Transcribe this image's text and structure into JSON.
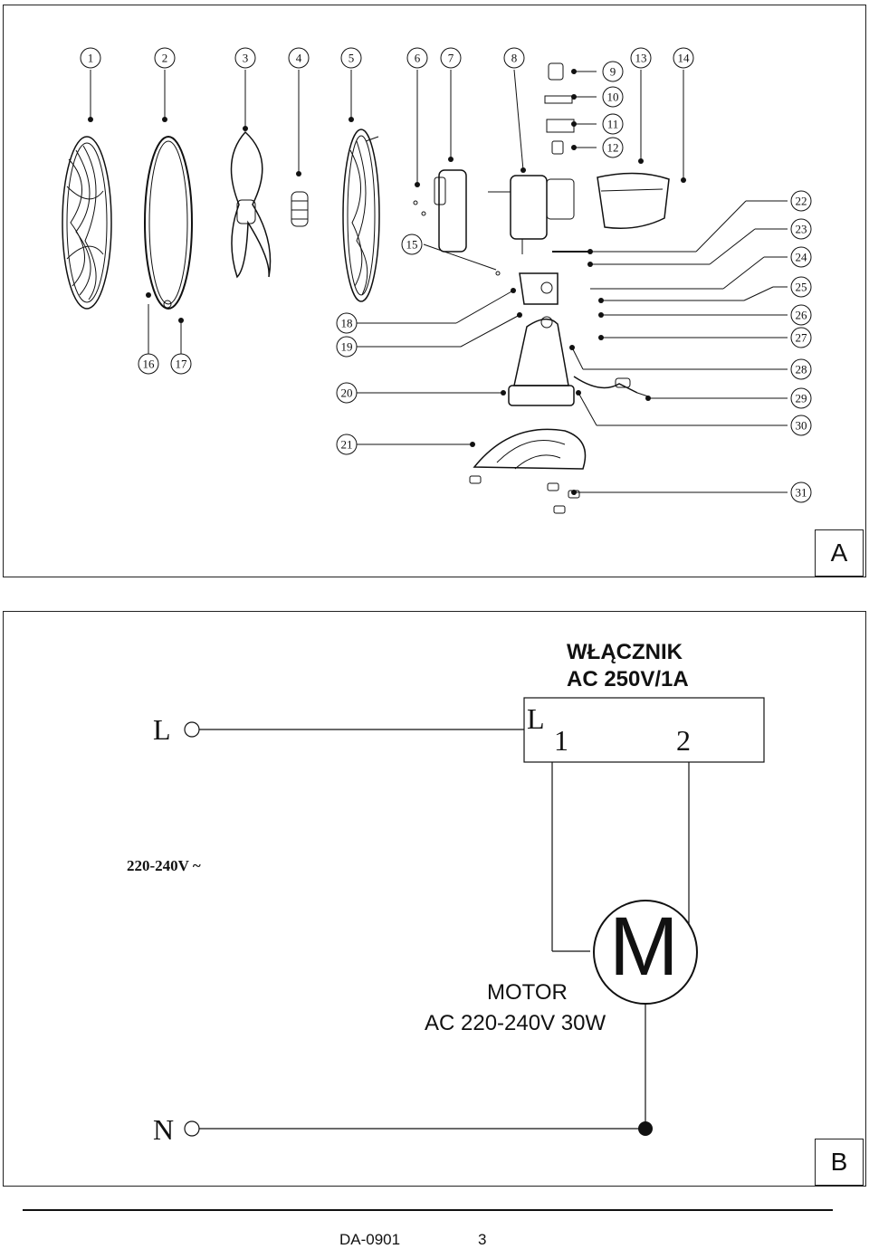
{
  "panel_a": {
    "part_numbers_top": [
      "1",
      "2",
      "3",
      "4",
      "5",
      "6",
      "7",
      "8",
      "9",
      "10",
      "11",
      "12",
      "13",
      "14"
    ],
    "part_numbers_left": [
      "15",
      "16",
      "17",
      "18",
      "19",
      "20",
      "21"
    ],
    "part_numbers_right": [
      "22",
      "23",
      "24",
      "25",
      "26",
      "27",
      "28",
      "29",
      "30",
      "31"
    ],
    "panel_label": "A"
  },
  "panel_b": {
    "switch_title_line1": "WŁĄCZNIK",
    "switch_title_line2": "AC 250V/1A",
    "terminal_l": "L",
    "switch_l": "L",
    "switch_1": "1",
    "switch_2": "2",
    "voltage": "220-240V ~",
    "motor_symbol": "M",
    "motor_line1": "MOTOR",
    "motor_line2": "AC 220-240V 30W",
    "terminal_n": "N",
    "panel_label": "B"
  },
  "footer": {
    "model": "DA-0901",
    "page": "3"
  }
}
